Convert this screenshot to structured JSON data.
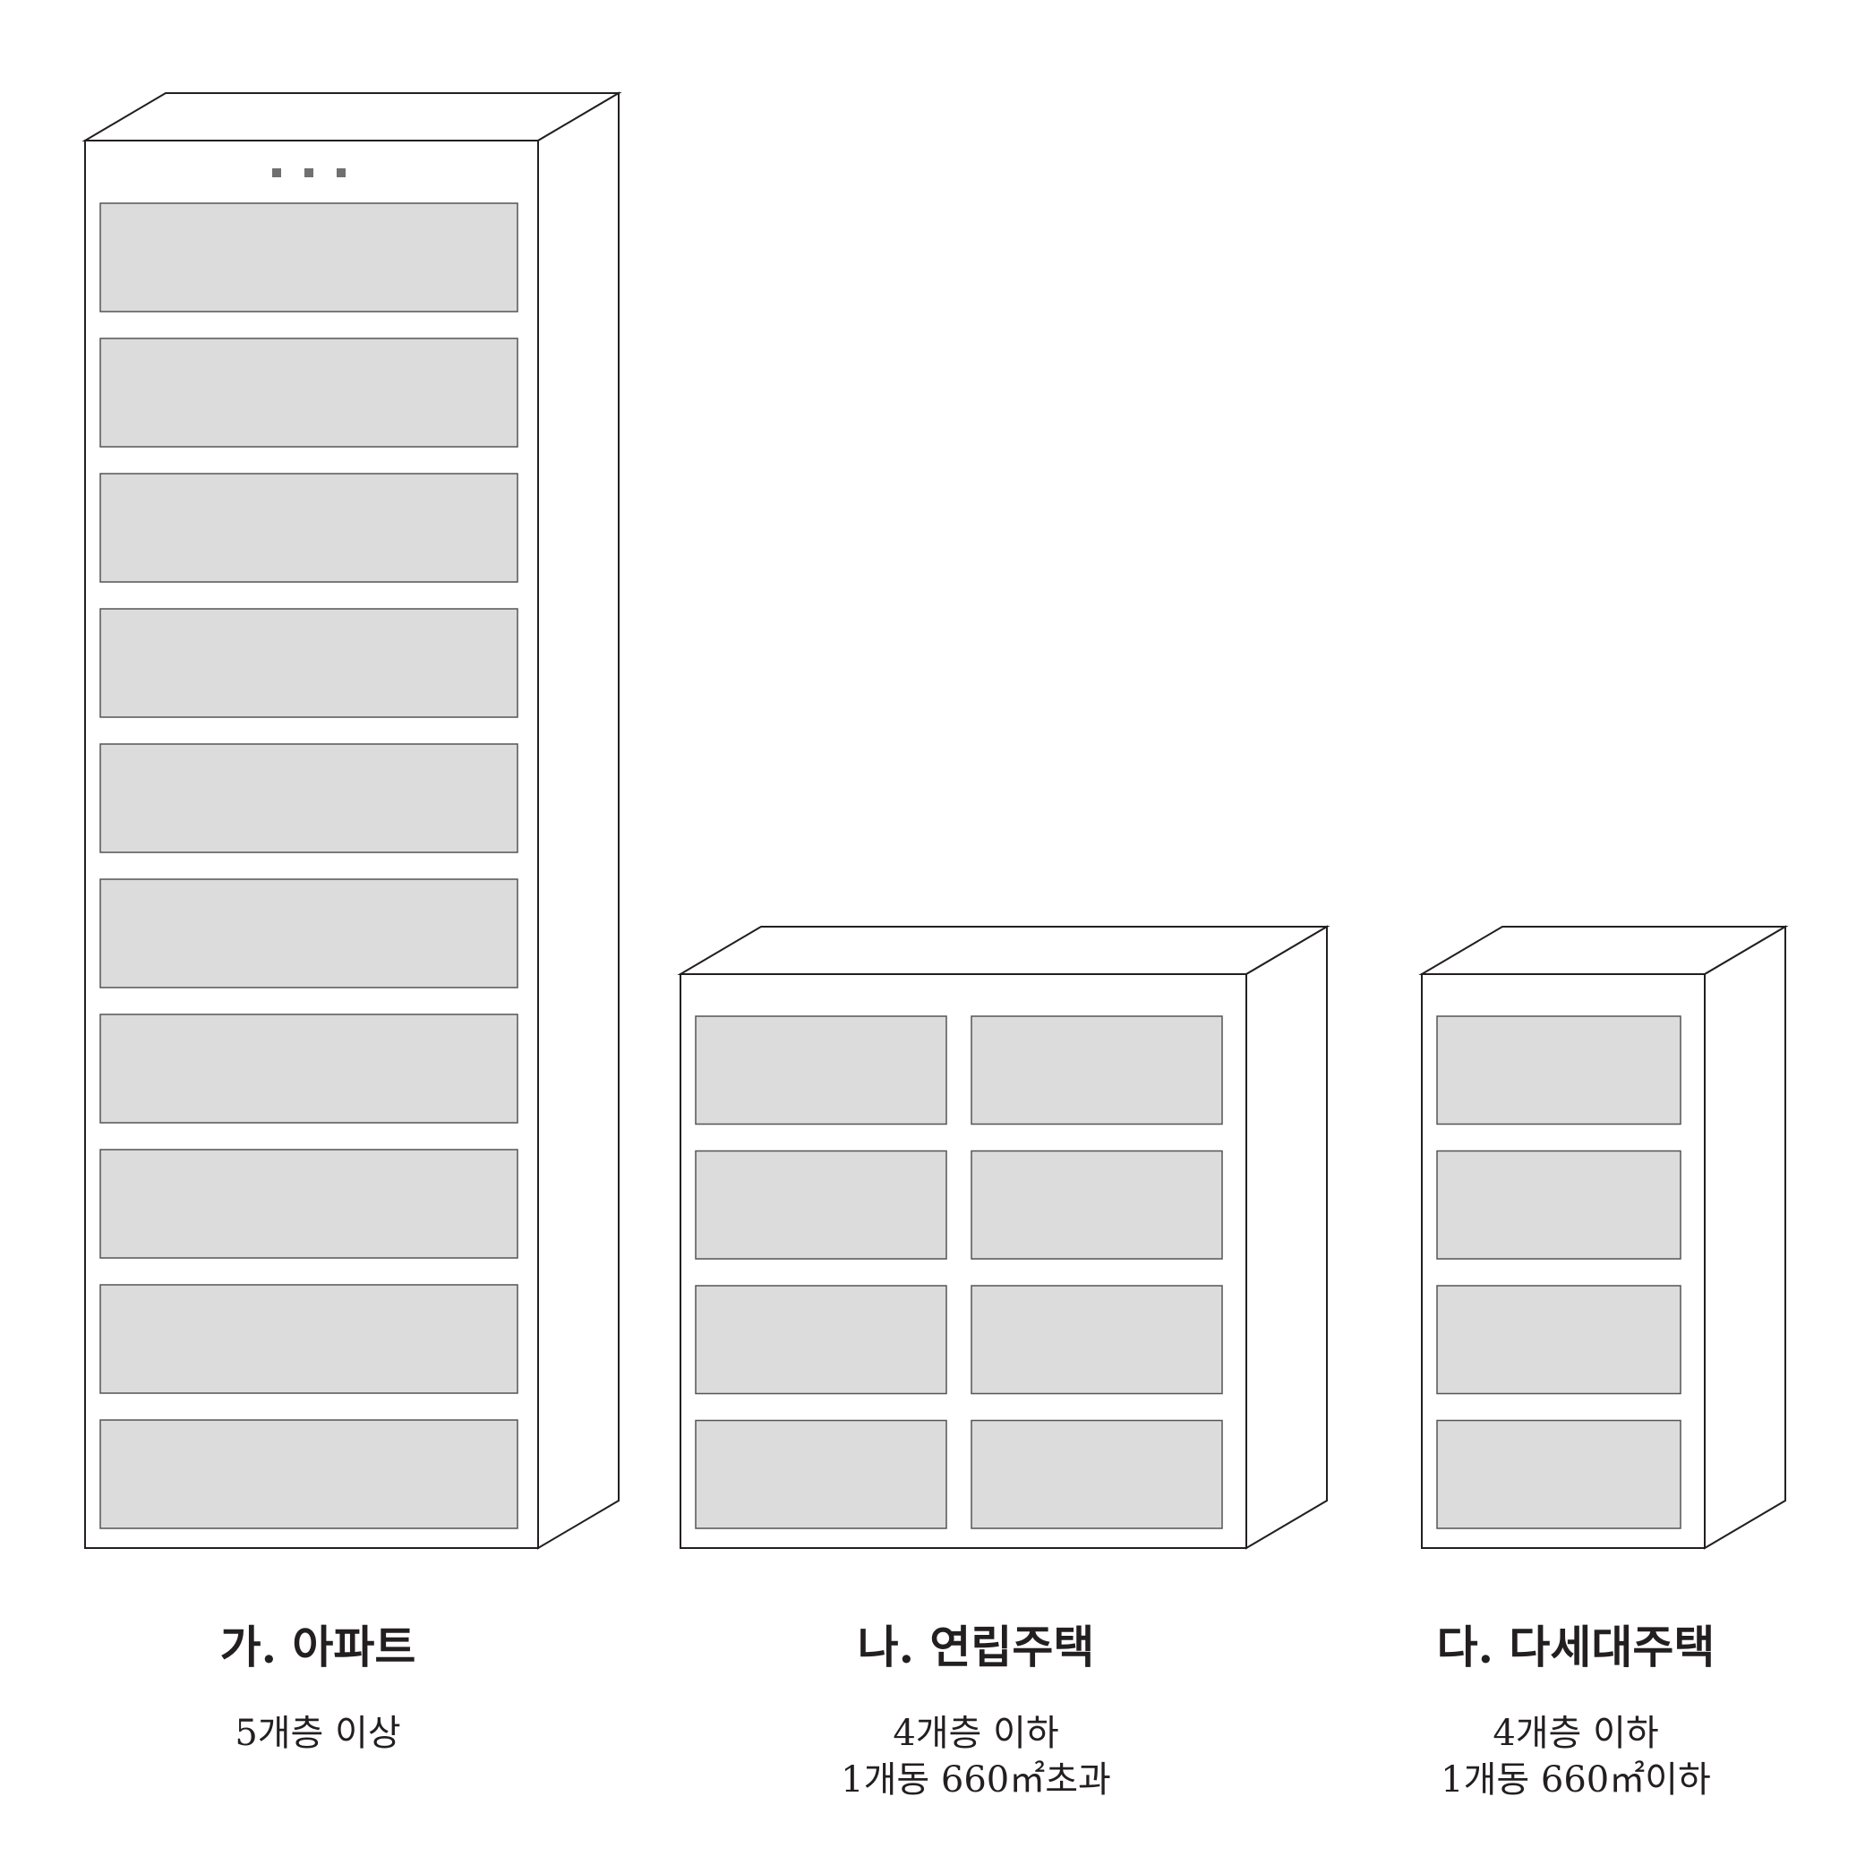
{
  "buildings": [
    {
      "id": "apartment",
      "title": "가. 아파트",
      "desc": [
        "5개층 이상"
      ],
      "floors": 10,
      "columns": 1,
      "ellipsis": "..."
    },
    {
      "id": "row-house",
      "title": "나. 연립주택",
      "desc": [
        "4개층 이하",
        "1개동 660㎡초과"
      ],
      "floors": 4,
      "columns": 2
    },
    {
      "id": "multi-unit-house",
      "title": "다. 다세대주택",
      "desc": [
        "4개층 이하",
        "1개동 660㎡이하"
      ],
      "floors": 4,
      "columns": 1
    }
  ],
  "colors": {
    "outline": "#231f20",
    "window_fill": "#dcdcdc",
    "window_stroke": "#555555",
    "ellipsis": "#707070",
    "background": "#ffffff"
  }
}
